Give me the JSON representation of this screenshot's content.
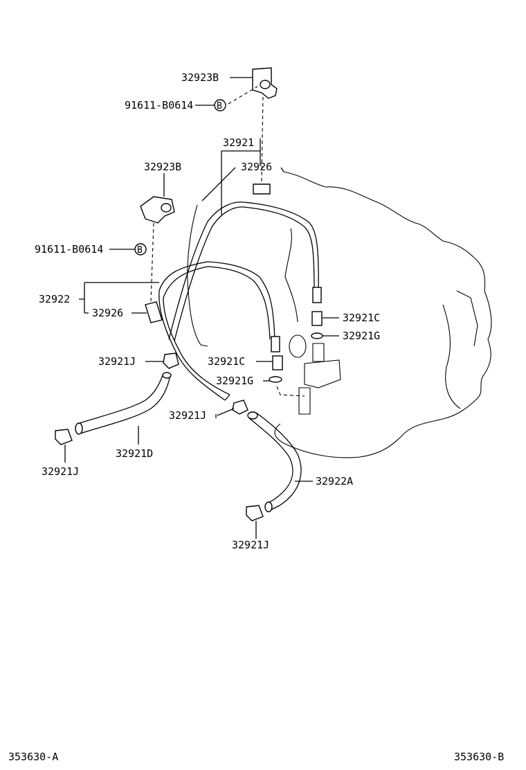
{
  "labels": {
    "clamp_top": "32923B",
    "bolt_top": "91611-B0614",
    "pipe_main": "32921",
    "clamp_left": "32923B",
    "grommet_top": "32926",
    "bolt_left": "91611-B0614",
    "pipe_left": "32922",
    "grommet_left": "32926",
    "union_right": "32921C",
    "gasket_right": "32921G",
    "clip_left": "32921J",
    "union_mid": "32921C",
    "gasket_mid": "32921G",
    "clip_mid": "32921J",
    "hose_left": "32921D",
    "clip_bottom_left": "32921J",
    "hose_right": "32922A",
    "clip_bottom_right": "32921J",
    "bolt_circle_top": "B",
    "bolt_circle_left": "B",
    "code_left": "353630-A",
    "code_right": "353630-B"
  }
}
